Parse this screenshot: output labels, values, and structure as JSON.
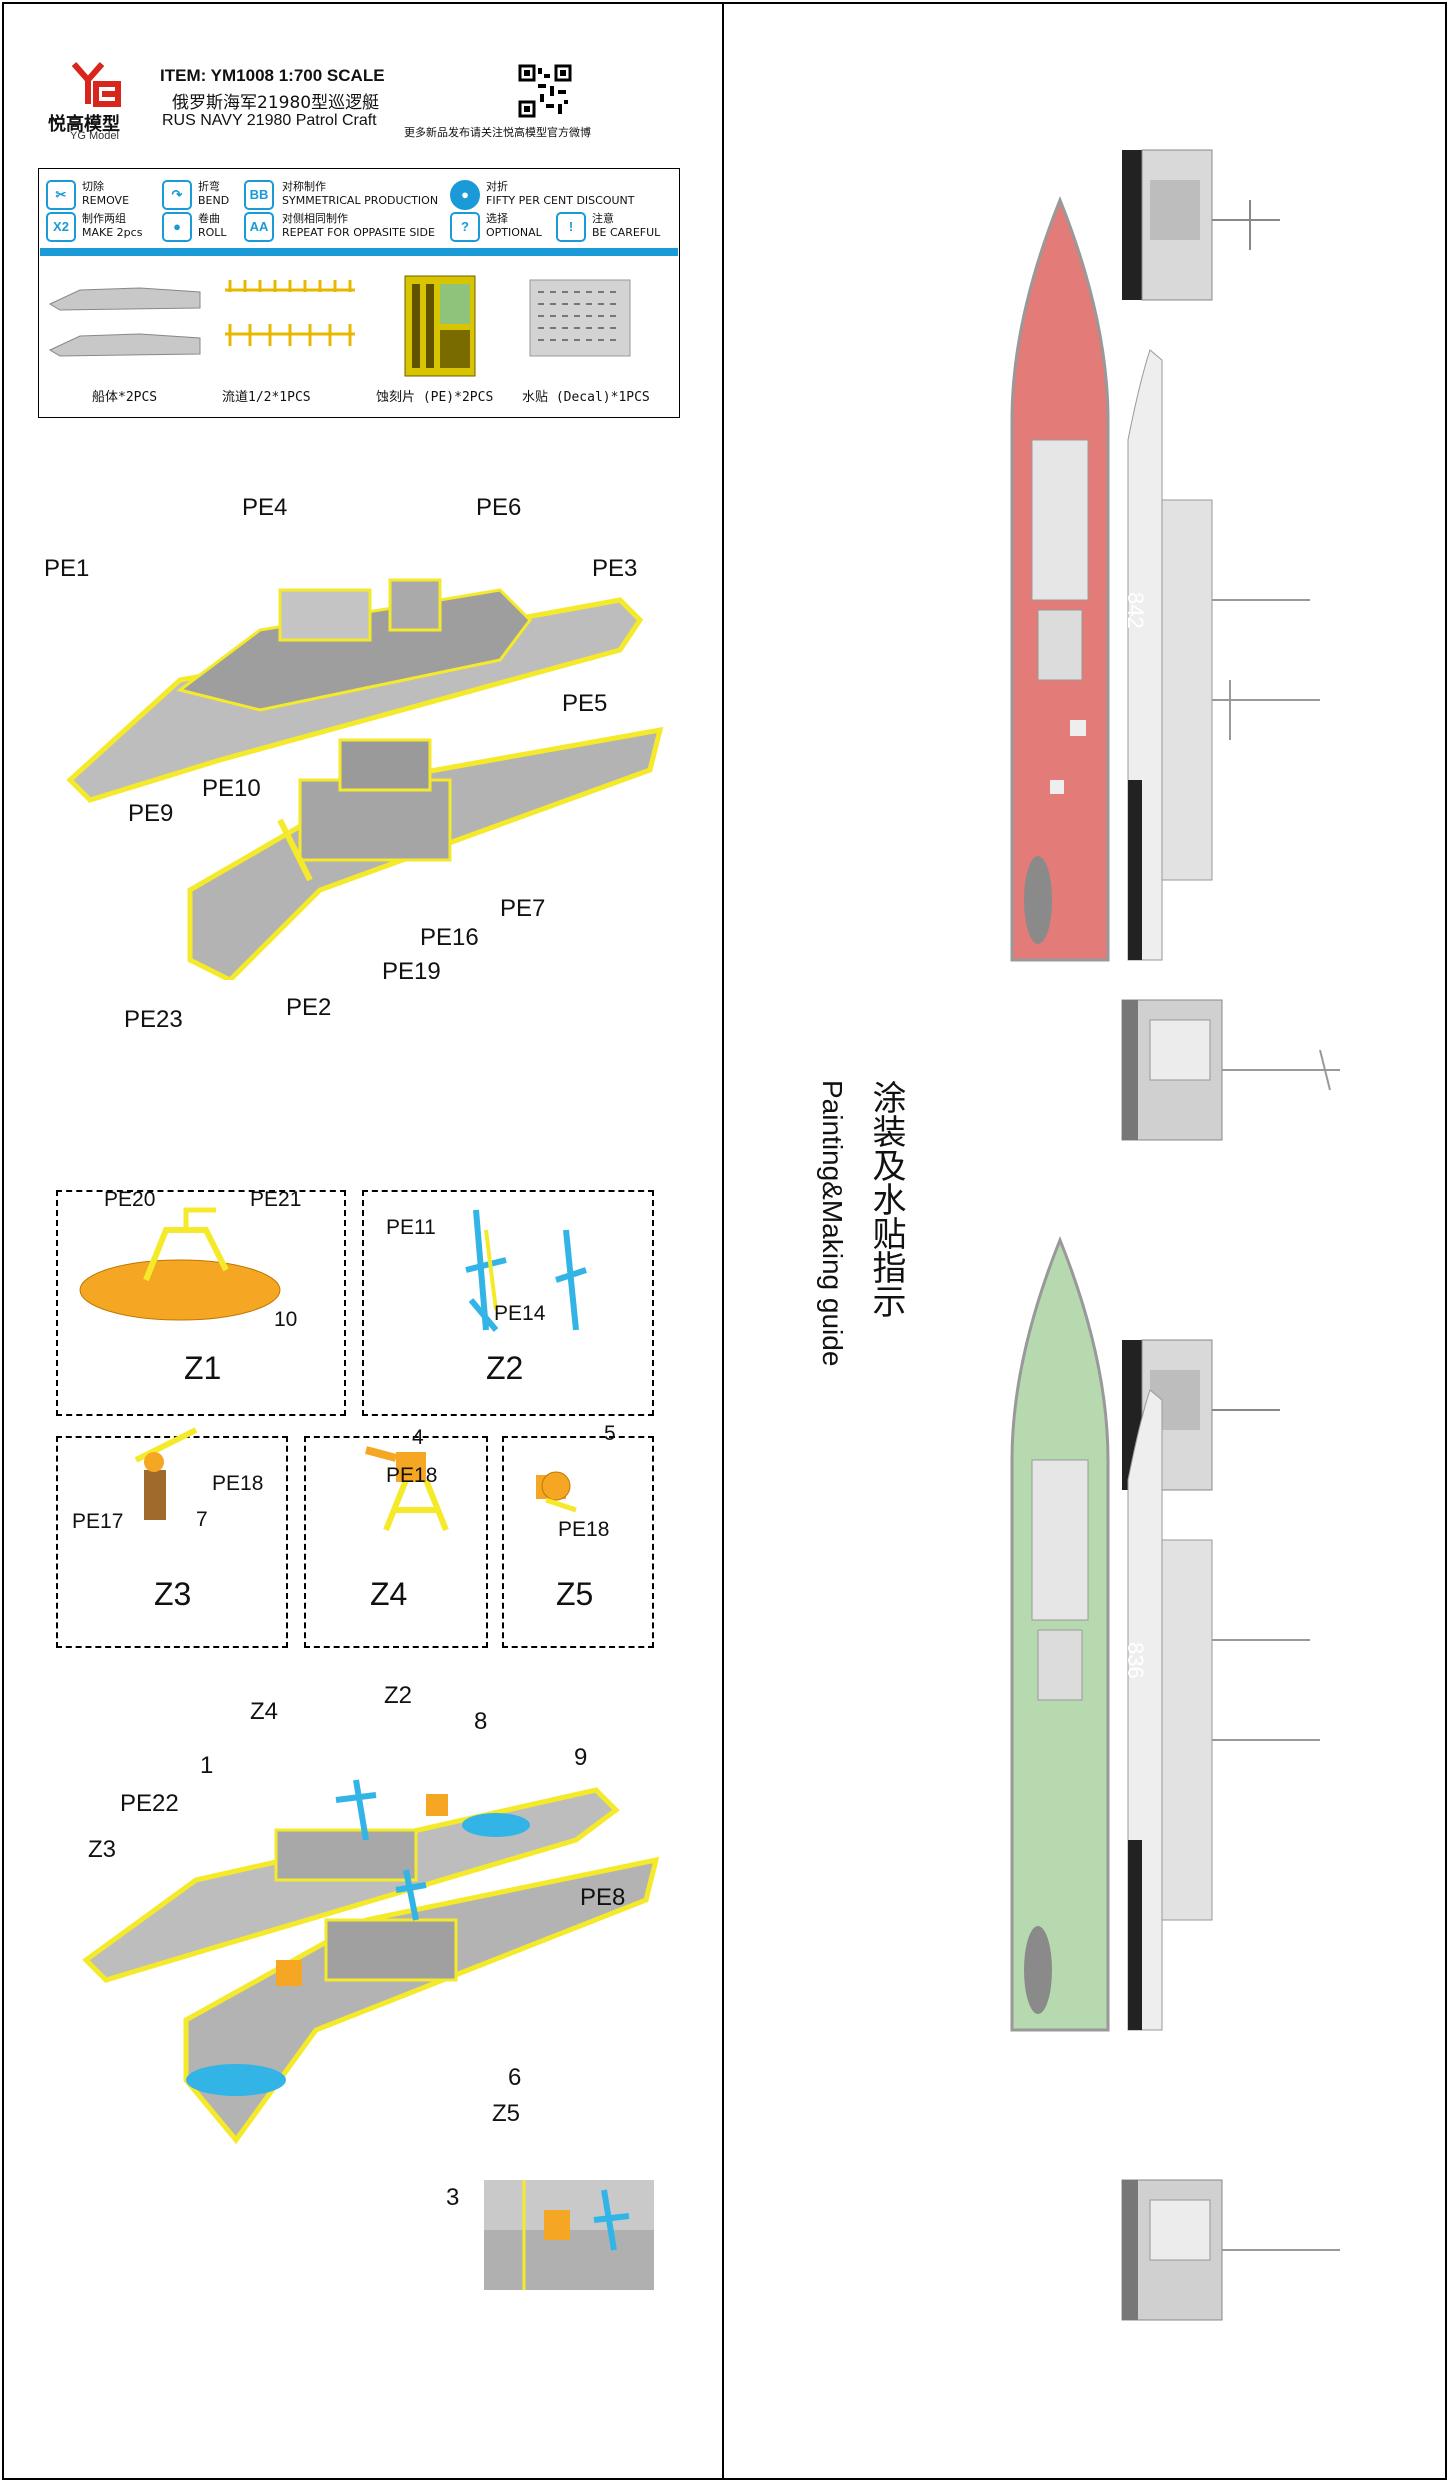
{
  "header": {
    "logo_cn": "悦高模型",
    "logo_en": "YG Model",
    "item_line": "ITEM: YM1008 1:700 SCALE",
    "title_cn": "俄罗斯海军21980型巡逻艇",
    "title_en": "RUS NAVY 21980 Patrol Craft",
    "qr_caption": "更多新品发布请关注悦高模型官方微博"
  },
  "legend": [
    {
      "icon": "scissors-icon",
      "cn": "切除",
      "en": "REMOVE"
    },
    {
      "icon": "bend-icon",
      "cn": "折弯",
      "en": "BEND"
    },
    {
      "icon": "symmetric-icon",
      "cn": "对称制作",
      "en": "SYMMETRICAL PRODUCTION"
    },
    {
      "icon": "discount-icon",
      "cn": "对折",
      "en": "FIFTY PER CENT DISCOUNT"
    },
    {
      "icon": "x2-icon",
      "glyph": "X2",
      "cn": "制作两组",
      "en": "MAKE 2pcs"
    },
    {
      "icon": "roll-icon",
      "cn": "卷曲",
      "en": "ROLL"
    },
    {
      "icon": "opposite-icon",
      "cn": "对侧相同制作",
      "en": "REPEAT FOR OPPASITE SIDE"
    },
    {
      "icon": "question-icon",
      "glyph": "?",
      "cn": "选择",
      "en": "OPTIONAL"
    },
    {
      "icon": "warning-icon",
      "glyph": "!",
      "cn": "注意",
      "en": "BE CAREFUL"
    }
  ],
  "parts": [
    {
      "caption": "船体*2PCS"
    },
    {
      "caption": "流道1/2*1PCS"
    },
    {
      "caption": "蚀刻片 (PE)*2PCS"
    },
    {
      "caption": "水贴 (Decal)*1PCS"
    }
  ],
  "step1_labels": [
    "PE1",
    "PE4",
    "PE6",
    "PE3",
    "PE5",
    "PE10",
    "PE9",
    "PE7",
    "PE16",
    "PE19",
    "PE2",
    "PE23"
  ],
  "subassemblies": [
    {
      "name": "Z1",
      "labels": [
        "PE20",
        "PE21",
        "10"
      ]
    },
    {
      "name": "Z2",
      "labels": [
        "PE11",
        "PE14"
      ]
    },
    {
      "name": "Z3",
      "labels": [
        "PE18",
        "PE17",
        "7"
      ]
    },
    {
      "name": "Z4",
      "labels": [
        "4",
        "PE18"
      ]
    },
    {
      "name": "Z5",
      "labels": [
        "5",
        "PE18"
      ]
    }
  ],
  "step2_labels": [
    "Z4",
    "Z2",
    "8",
    "1",
    "9",
    "PE22",
    "Z3",
    "PE8",
    "6",
    "Z5",
    "3"
  ],
  "guide": {
    "title_cn": "涂装及水贴指示",
    "title_en": "Painting&Making guide",
    "hull_numbers": [
      "842",
      "836"
    ]
  },
  "colors": {
    "deck_red": "#e37b78",
    "deck_green": "#b6d9b0",
    "pe_yellow": "#f5ea2a",
    "part_blue": "#33b4e6",
    "part_orange": "#f5a623",
    "hull_gray": "#b8b8b8",
    "accent": "#1a9bd7"
  }
}
